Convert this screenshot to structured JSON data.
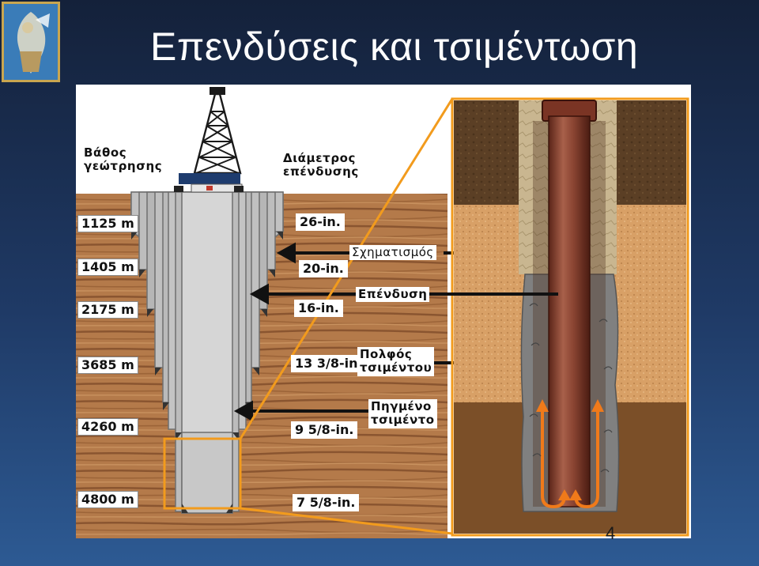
{
  "title": "Επενδύσεις και τσιμέντωση",
  "page_number": "4",
  "diagram": {
    "depth_header": [
      "Βάθος",
      "γεώτρησης"
    ],
    "diameter_header": [
      "Διάμετρος",
      "επένδυσης"
    ],
    "depths": [
      "1125 m",
      "1405 m",
      "2175 m",
      "3685 m",
      "4260 m",
      "4800 m"
    ],
    "diameters": [
      "26-in.",
      "20-in.",
      "16-in.",
      "13 3/8-in.",
      "9 5/8-in.",
      "7 5/8-in."
    ],
    "callouts": {
      "formation": "Σχηματισμός",
      "casing": "Επένδυση",
      "cement_slurry": [
        "Πολφός",
        "τσιμέντου"
      ],
      "set_cement": [
        "Πηγμένο",
        "τσιμέντο"
      ]
    }
  }
}
